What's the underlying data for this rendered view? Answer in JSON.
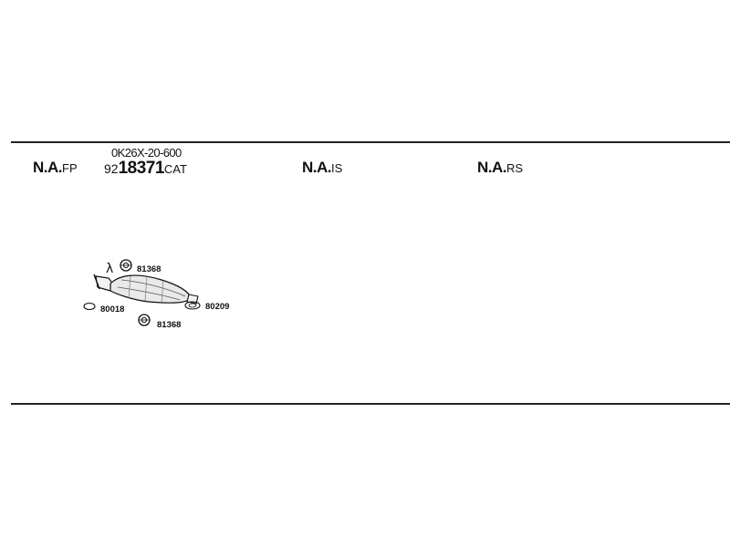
{
  "sections": [
    {
      "id": "fp",
      "main": "N.A.",
      "suffix": "FP"
    },
    {
      "id": "is",
      "main": "N.A.",
      "suffix": "IS"
    },
    {
      "id": "rs",
      "main": "N.A.",
      "suffix": "RS"
    }
  ],
  "catalytic_converter": {
    "reference_code": "0K26X-20-600",
    "part_prefix": "92",
    "part_number": "18371",
    "part_suffix": "CAT"
  },
  "diagram": {
    "sensor_symbol": "λ",
    "callouts": [
      {
        "id": "gasket-top",
        "label": "81368"
      },
      {
        "id": "gasket-left",
        "label": "80018"
      },
      {
        "id": "gasket-right",
        "label": "80209"
      },
      {
        "id": "gasket-bottom",
        "label": "81368"
      }
    ]
  }
}
